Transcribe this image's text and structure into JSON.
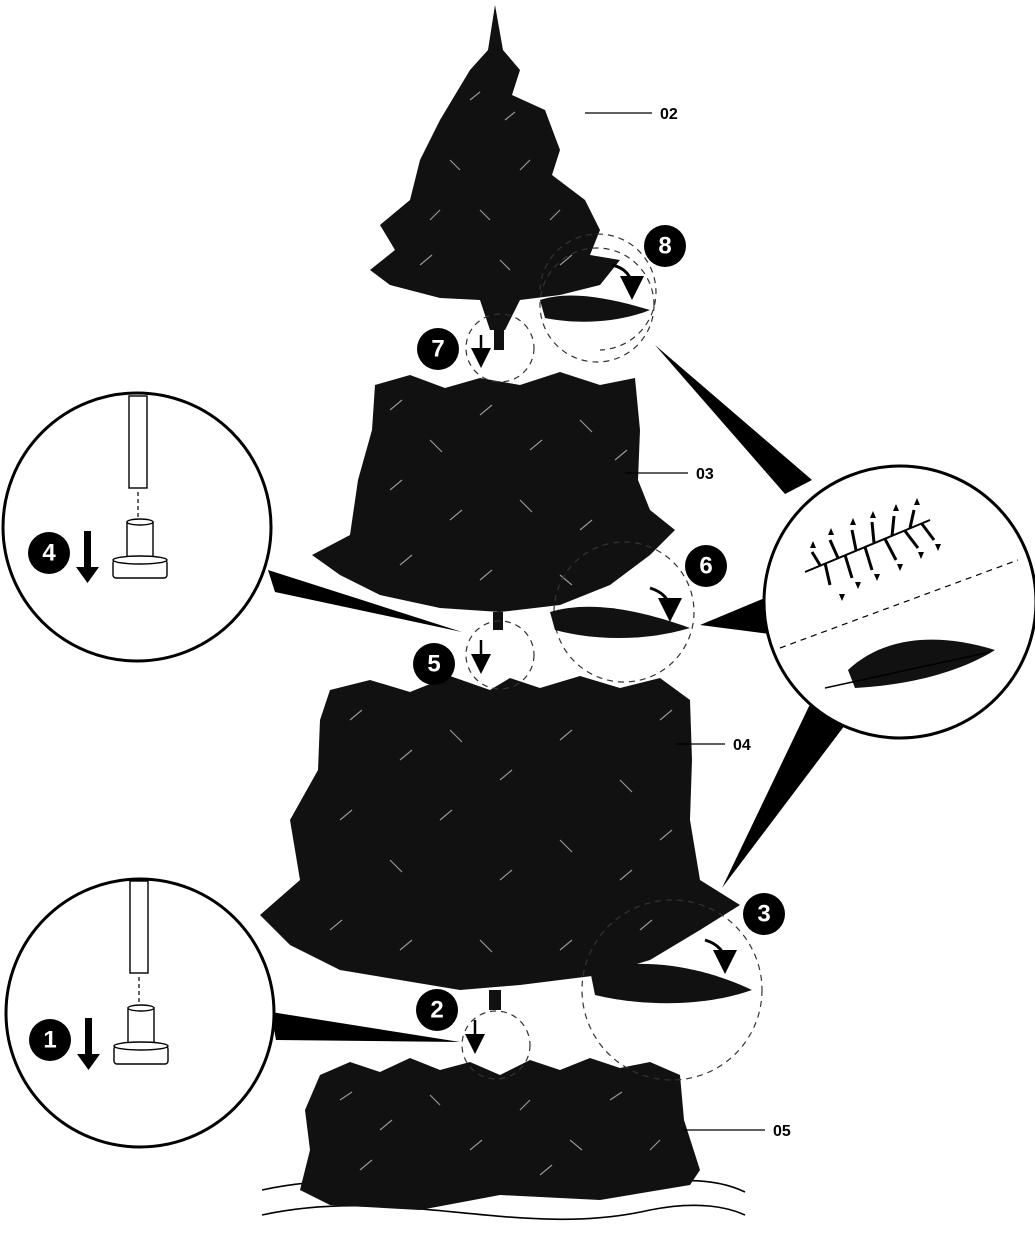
{
  "part_labels": {
    "part_02": "02",
    "part_03": "03",
    "part_04": "04",
    "part_05": "05"
  },
  "steps": {
    "step_1": "1",
    "step_2": "2",
    "step_3": "3",
    "step_4": "4",
    "step_5": "5",
    "step_6": "6",
    "step_7": "7",
    "step_8": "8"
  },
  "colors": {
    "foliage": "#111111",
    "background": "#ffffff"
  }
}
